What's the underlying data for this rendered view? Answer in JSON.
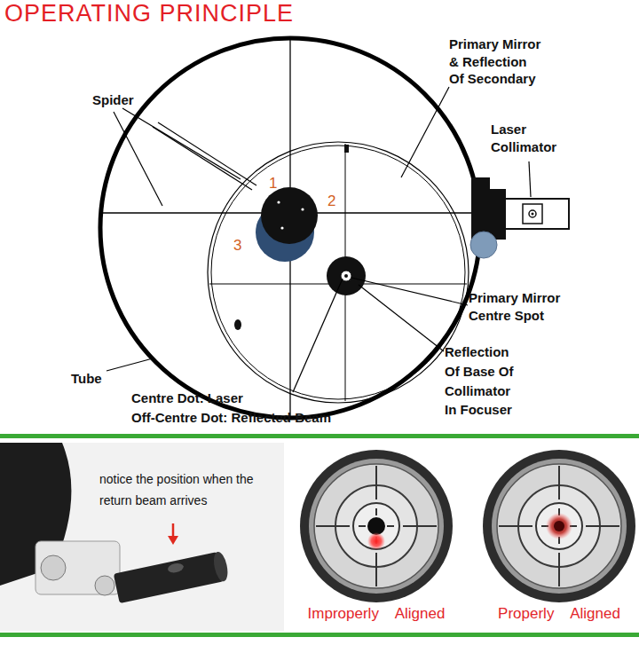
{
  "diagram": {
    "title": "OPERATING PRINCIPLE",
    "nodes": [
      {
        "text": [
          "notice the position when the return beam arrives"
        ]
      },
      {
        "text": [
          "Improperly Aligned"
        ]
      },
      {
        "text": [
          "Properly Aligned"
        ]
      }
    ],
    "labels": [
      "Spider",
      "Primary Mirror & Reflection Of Secondary",
      "Laser Collimator",
      "1",
      "2",
      "3",
      "Primary Mirror Centre Spot",
      "Reflection Of Base Of Collimator In Focuser",
      "Tube",
      "Centre Dot: Laser",
      "Off-Centre Dot: Reflected Beam"
    ]
  }
}
